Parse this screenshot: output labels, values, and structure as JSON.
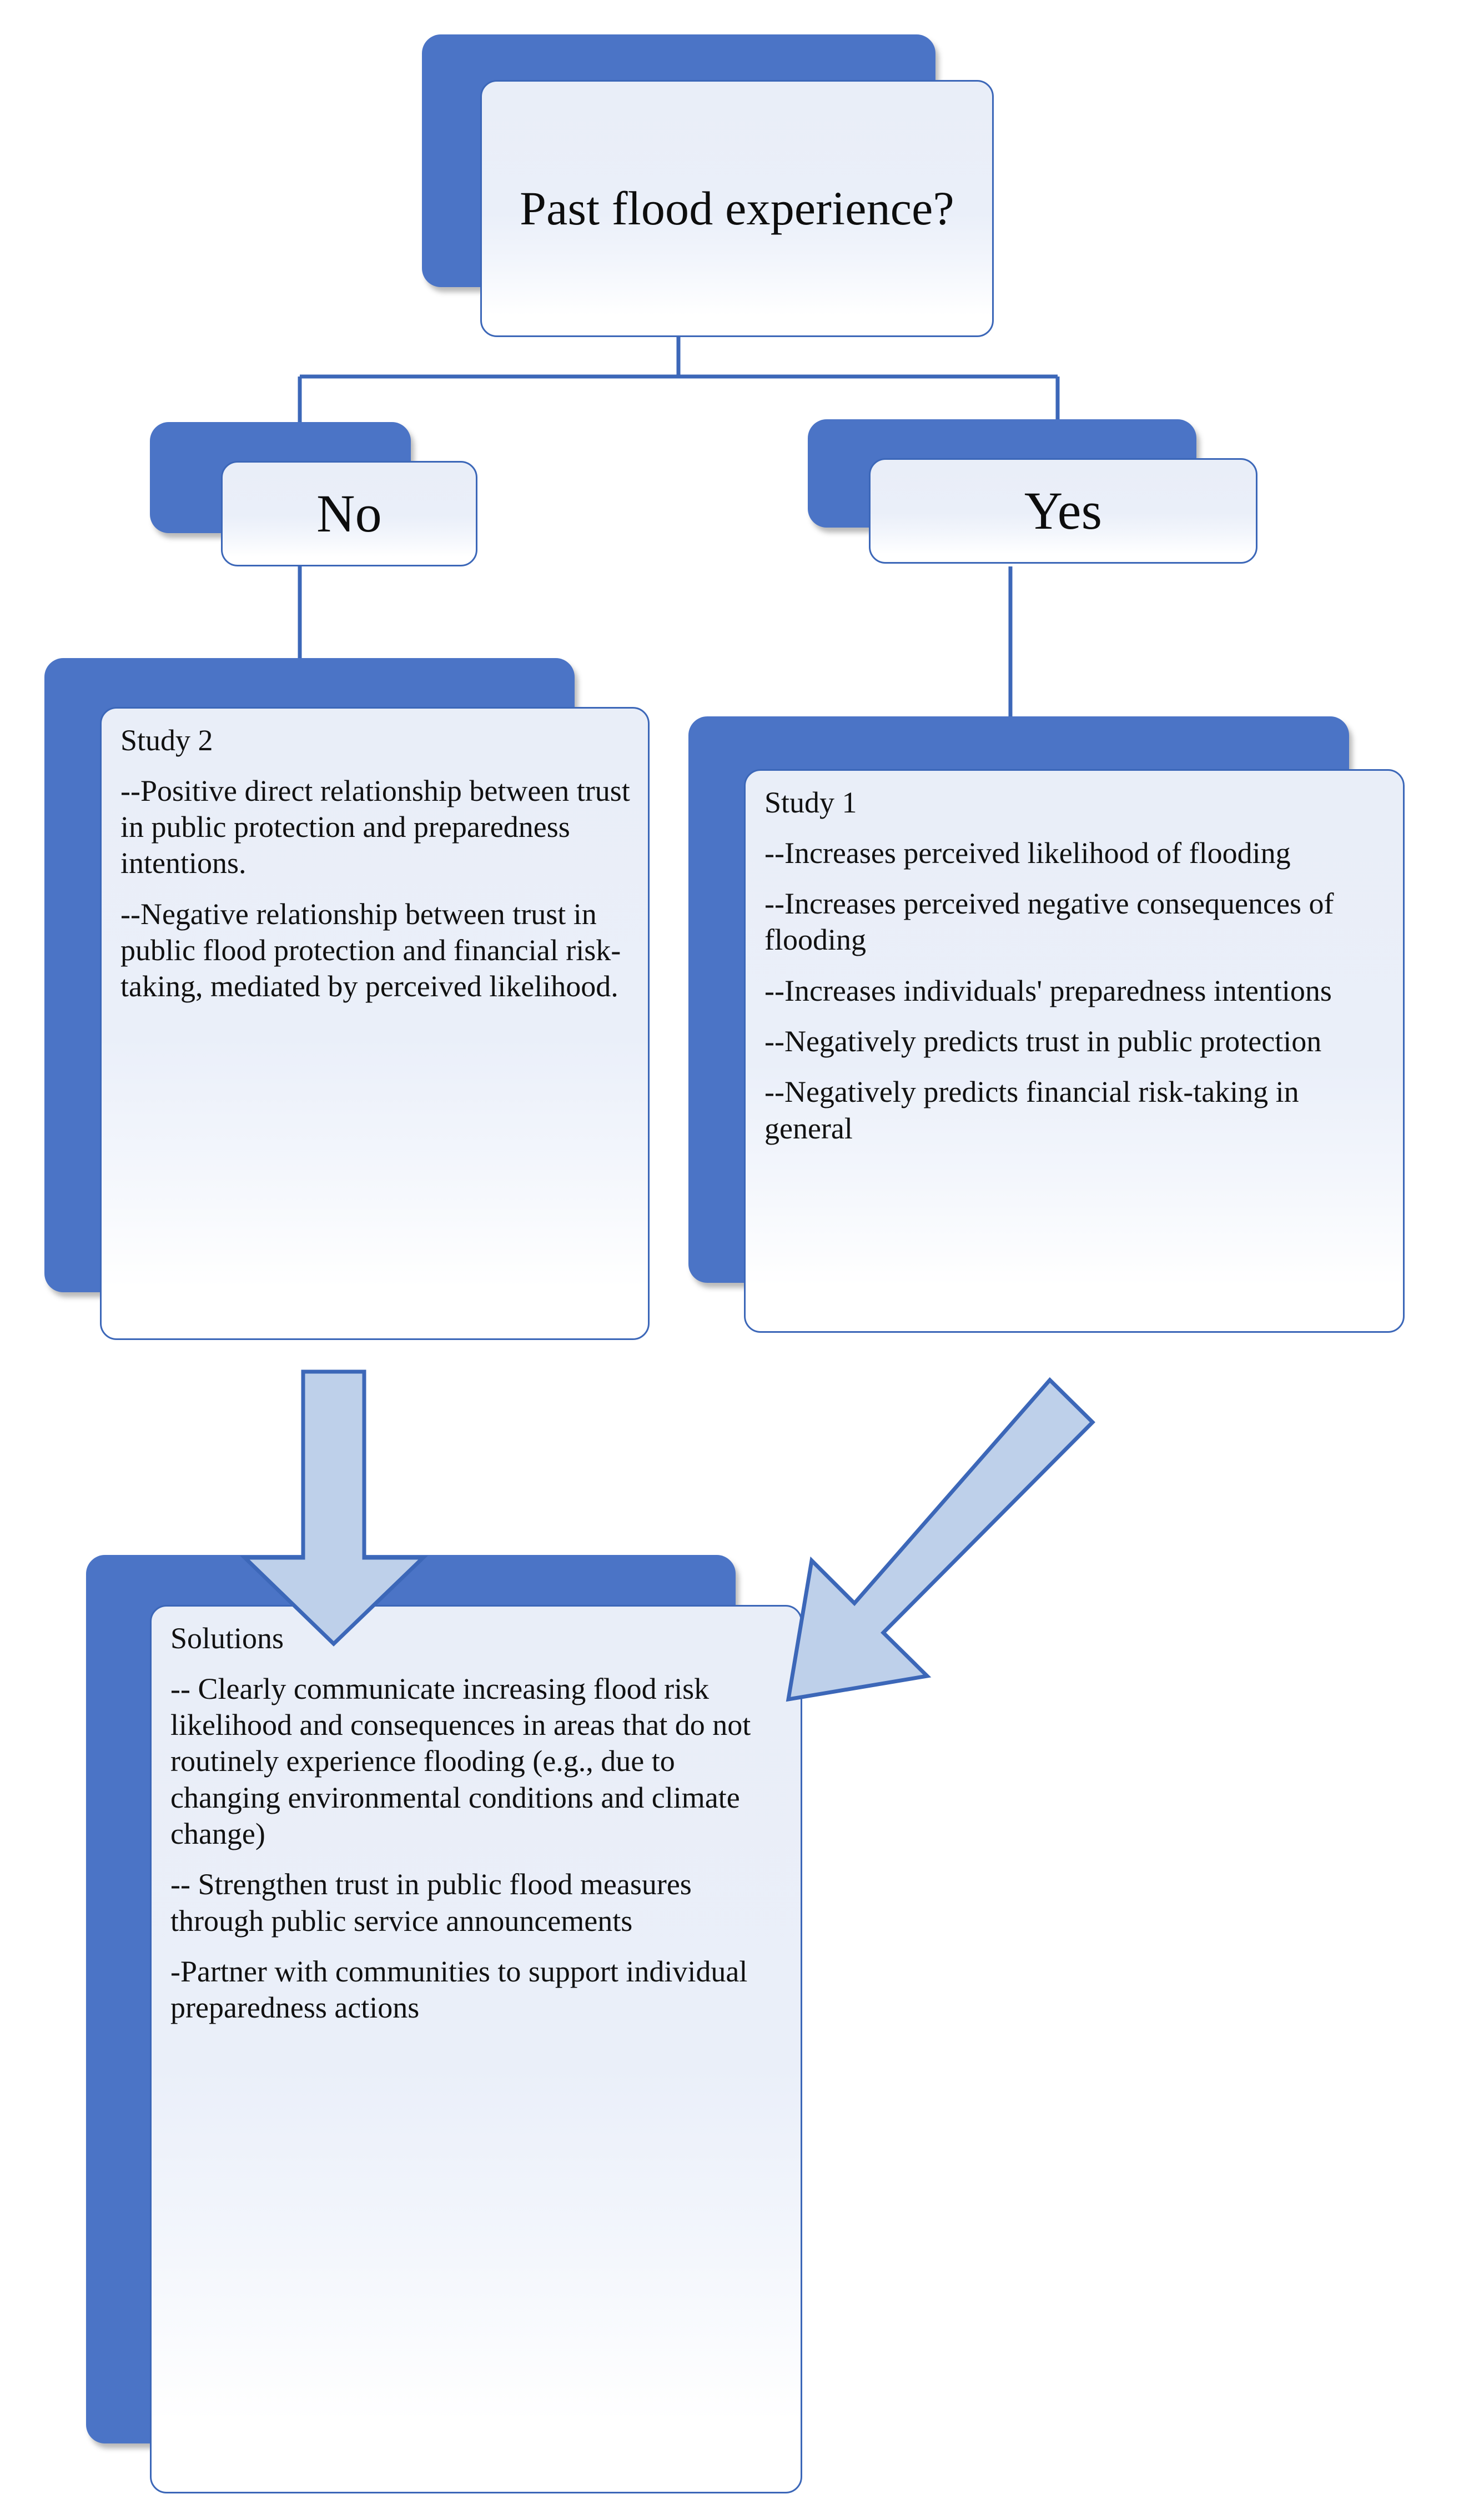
{
  "diagram": {
    "title_node": "Past flood experience?",
    "type": "flowchart",
    "colors": {
      "plate_blue": "#4B74C6",
      "card_border": "#3C67B8",
      "card_fill_top": "#E9EEF8",
      "card_fill_bottom": "#FFFFFF",
      "arrow_fill": "#BED0EA",
      "arrow_stroke": "#3C67B8",
      "connector_line": "#3C67B8",
      "text": "#111111",
      "background": "#FFFFFF"
    }
  },
  "nodes": {
    "root": {
      "label": "Past flood experience?",
      "line1": "Past flood",
      "line2": "experience?"
    },
    "branch_no": {
      "label": "No"
    },
    "branch_yes": {
      "label": "Yes"
    },
    "study2": {
      "heading": "Study 2",
      "paragraphs": [
        "--Positive direct relationship between trust in public protection and preparedness intentions.",
        "--Negative relationship between trust in public flood protection and financial risk-taking, mediated by perceived likelihood."
      ]
    },
    "study1": {
      "heading": "Study 1",
      "paragraphs": [
        "--Increases perceived likelihood of flooding",
        "--Increases perceived negative consequences of flooding",
        "--Increases individuals' preparedness intentions",
        "--Negatively predicts trust in public protection",
        "--Negatively predicts financial risk-taking in general"
      ]
    },
    "solutions": {
      "heading": "Solutions",
      "paragraphs": [
        "-- Clearly communicate increasing flood risk likelihood and consequences in areas that do not routinely experience flooding (e.g., due to changing environmental conditions and climate change)",
        "-- Strengthen trust in public flood measures through public service announcements",
        "-Partner with communities to support individual preparedness actions"
      ]
    }
  },
  "edges": [
    {
      "from": "root",
      "to": "branch_no",
      "style": "elbow-line"
    },
    {
      "from": "root",
      "to": "branch_yes",
      "style": "elbow-line"
    },
    {
      "from": "branch_no",
      "to": "study2",
      "style": "straight-line"
    },
    {
      "from": "branch_yes",
      "to": "study1",
      "style": "elbow-line"
    },
    {
      "from": "study2",
      "to": "solutions",
      "style": "block-arrow-down"
    },
    {
      "from": "study1",
      "to": "solutions",
      "style": "block-arrow-diagonal"
    }
  ]
}
